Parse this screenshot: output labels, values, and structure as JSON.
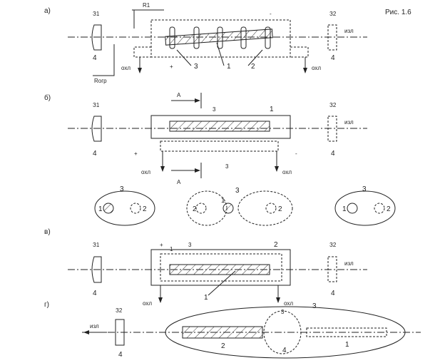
{
  "figure_label": "Рис. 1.6",
  "panels": {
    "a": {
      "letter": "а)",
      "mirror_left": "З1",
      "mirror_right": "З2",
      "num_4_left": "4",
      "num_4_right": "4",
      "r1": "R1",
      "rogr": "Rогр",
      "plus": "+",
      "minus": "-",
      "out": "изл",
      "cool_in": "охл",
      "cool_out": "охл",
      "n3": "3",
      "n1": "1",
      "n2": "2"
    },
    "b": {
      "letter": "б)",
      "mirror_left": "З1",
      "mirror_right": "З2",
      "num_4_left": "4",
      "num_4_right": "4",
      "out": "изл",
      "plus": "+",
      "minus": "-",
      "cool_in": "охл",
      "cool_out": "охл",
      "arrow_a_top": "А",
      "arrow_a_bottom": "А",
      "n3a": "3",
      "n1": "1",
      "n3b": "3"
    },
    "sections": {
      "s1": {
        "n3": "3",
        "n1": "1",
        "n2": "2"
      },
      "s2": {
        "n3": "3",
        "n2": "2",
        "n1": "1",
        "n2b": "2"
      },
      "s3": {
        "n3": "3",
        "n1": "1",
        "n2": "2"
      }
    },
    "c": {
      "letter": "в)",
      "mirror_left": "З1",
      "mirror_right": "З2",
      "num_4_left": "4",
      "num_4_right": "4",
      "out": "изл",
      "plus": "+",
      "n1top": "1",
      "n3": "3",
      "n2": "2",
      "n1": "1",
      "cool_in": "охл",
      "cool_out": "охл"
    },
    "d": {
      "letter": "г)",
      "mirror": "З2",
      "num_4": "4",
      "out": "изл",
      "n3a": "3",
      "n3b": "3",
      "n2": "2",
      "n4": "4",
      "n1": "1"
    }
  }
}
